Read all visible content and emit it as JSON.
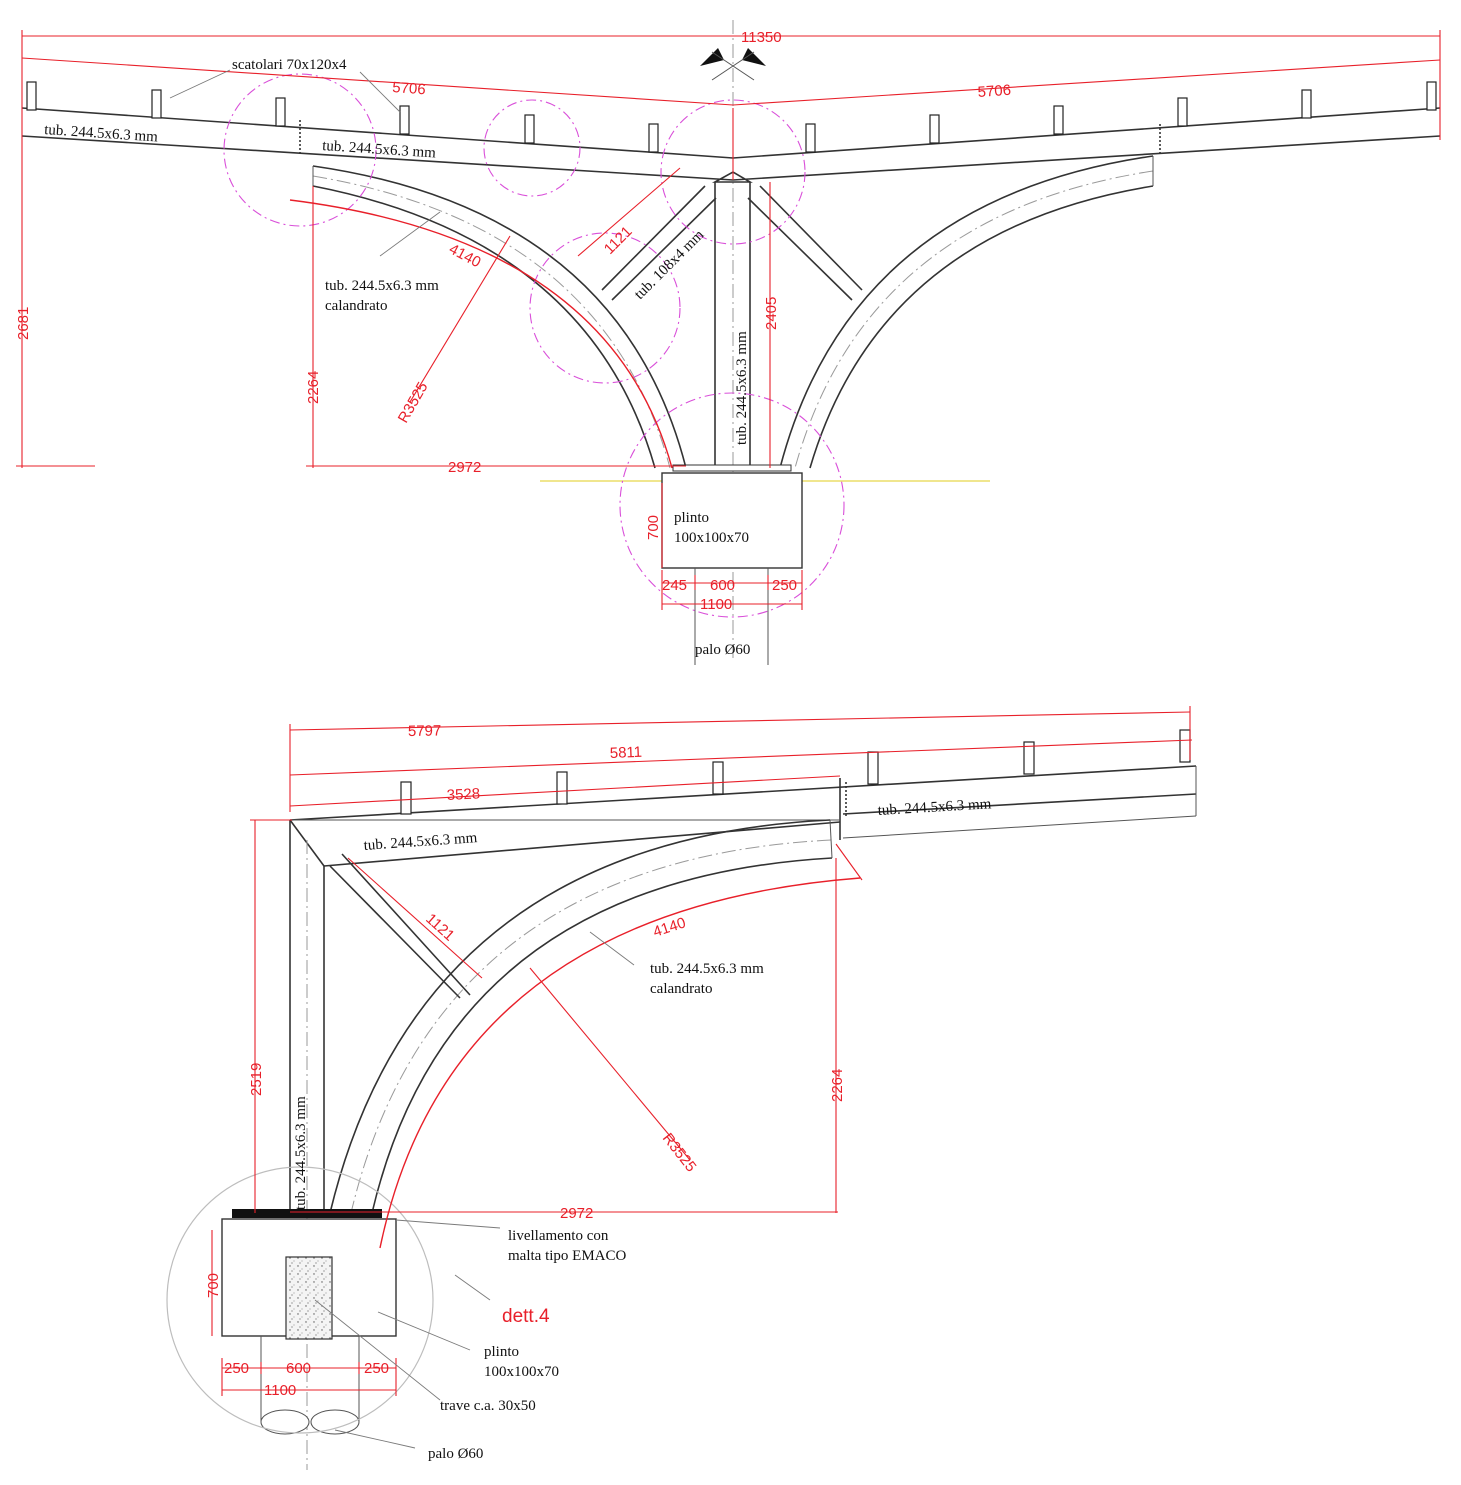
{
  "labels": {
    "scatolari": "scatolari 70x120x4",
    "tub": "tub. 244.5x6.3 mm",
    "tub_vert_top": "tub. 244.5x6.3 mm",
    "tub_vert_bottom": "tub. 244.5x6.3 mm",
    "tub_small": "tub. 108x4 mm",
    "tub_cal_line1": "tub. 244.5x6.3 mm",
    "tub_cal_line2": "calandrato",
    "plinto_line1": "plinto",
    "plinto_line2": "100x100x70",
    "palo": "palo Ø60",
    "livellamento_line1": "livellamento con",
    "livellamento_line2": "malta tipo EMACO",
    "trave": "trave c.a. 30x50",
    "dett": "dett.4"
  },
  "top_view": {
    "dims": {
      "overall_width": "11350",
      "half_left": "5706",
      "half_right": "5706",
      "total_height": "2681",
      "arch_height": "2264",
      "arch_span": "2972",
      "brace_length": "1121",
      "arc_length": "4140",
      "radius": "R3525",
      "column_height": "2405",
      "plinth_depth": "700",
      "plinth_left": "245",
      "plinth_mid": "600",
      "plinth_right": "250",
      "plinth_width": "1100"
    }
  },
  "bottom_view": {
    "dims": {
      "top_length": "5797",
      "beam_length": "5811",
      "segment_length": "3528",
      "column_height": "2519",
      "brace_length": "1121",
      "arc_length": "4140",
      "radius": "R3525",
      "arch_height": "2264",
      "arch_span": "2972",
      "plinth_depth": "700",
      "plinth_left": "250",
      "plinth_mid": "600",
      "plinth_right": "250",
      "plinth_width": "1100"
    }
  }
}
